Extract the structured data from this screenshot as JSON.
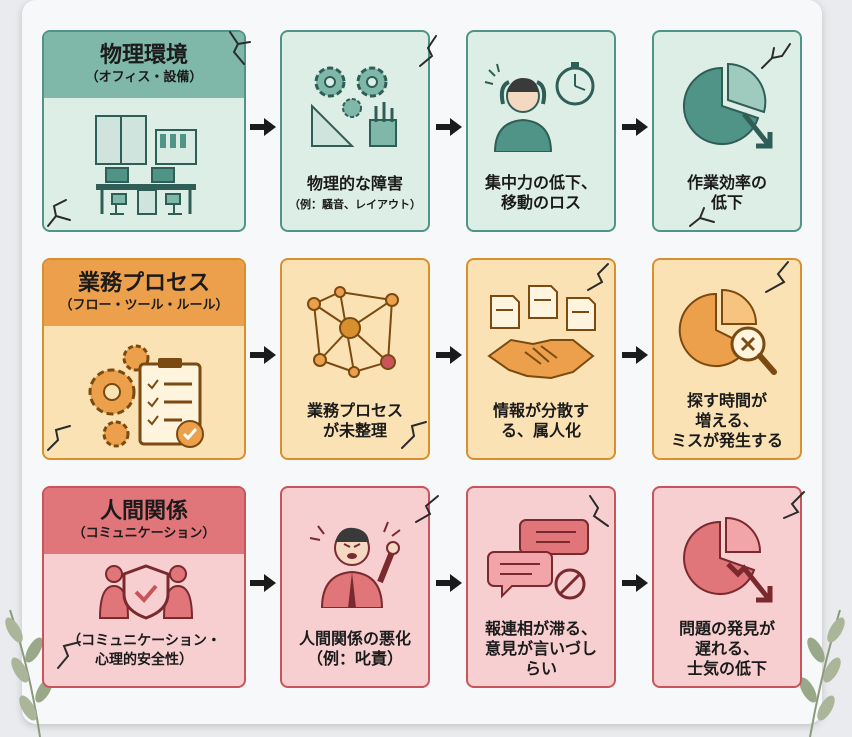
{
  "colors": {
    "teal_fill": "#ddeee6",
    "teal_border": "#4f9486",
    "teal_head": "#7fb8a8",
    "orange_fill": "#fbe2b4",
    "orange_border": "#d8902f",
    "orange_head": "#eda04b",
    "red_fill": "#f7cfd0",
    "red_border": "#c9545a",
    "red_head": "#e0757a"
  },
  "rows": [
    {
      "category": {
        "title": "物理環境",
        "subtitle": "（オフィス・設備）",
        "icon": "office-desk-icon"
      },
      "steps": [
        {
          "lines": [
            "物理的な障害"
          ],
          "sub": "（例：騒音、レイアウト）",
          "icon": "gears-tools-icon"
        },
        {
          "lines": [
            "集中力の低下、",
            "移動のロス"
          ],
          "icon": "stressed-person-stopwatch-icon"
        },
        {
          "lines": [
            "作業効率の",
            "低下"
          ],
          "icon": "declining-pie-chart-icon"
        }
      ]
    },
    {
      "category": {
        "title": "業務プロセス",
        "subtitle": "（フロー・ツール・ルール）",
        "icon": "gears-checklist-icon"
      },
      "steps": [
        {
          "lines": [
            "業務プロセス",
            "が未整理"
          ],
          "icon": "tangled-network-icon"
        },
        {
          "lines": [
            "情報が分散す",
            "る、属人化"
          ],
          "icon": "handshake-documents-icon"
        },
        {
          "lines": [
            "探す時間が",
            "増える、",
            "ミスが発生する"
          ],
          "icon": "pie-chart-magnifier-icon"
        }
      ]
    },
    {
      "category": {
        "title": "人間関係",
        "subtitle": "（コミュニケーション）",
        "note": [
          "（コミュニケーション・",
          "心理的安全性）"
        ],
        "icon": "people-shield-icon"
      },
      "steps": [
        {
          "lines": [
            "人間関係の悪化"
          ],
          "sub": "（例：叱責）",
          "icon": "angry-boss-icon"
        },
        {
          "lines": [
            "報連相が滞る、",
            "意見が言いづし",
            "らい"
          ],
          "icon": "speech-bubbles-blocked-icon"
        },
        {
          "lines": [
            "問題の発見が",
            "遅れる、",
            "士気の低下"
          ],
          "icon": "falling-pie-chart-icon"
        }
      ]
    }
  ]
}
